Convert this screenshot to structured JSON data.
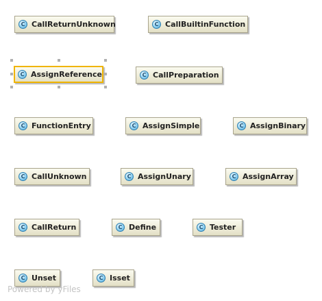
{
  "nodes": [
    {
      "id": "CallReturnUnknown",
      "label": "CallReturnUnknown",
      "icon": "class-icon",
      "icon_letter": "C",
      "selected": false
    },
    {
      "id": "CallBuiltinFunction",
      "label": "CallBuiltinFunction",
      "icon": "class-icon",
      "icon_letter": "C",
      "selected": false
    },
    {
      "id": "AssignReference",
      "label": "AssignReference",
      "icon": "class-icon",
      "icon_letter": "C",
      "selected": true
    },
    {
      "id": "CallPreparation",
      "label": "CallPreparation",
      "icon": "class-icon",
      "icon_letter": "C",
      "selected": false
    },
    {
      "id": "FunctionEntry",
      "label": "FunctionEntry",
      "icon": "class-icon",
      "icon_letter": "C",
      "selected": false
    },
    {
      "id": "AssignSimple",
      "label": "AssignSimple",
      "icon": "class-icon",
      "icon_letter": "C",
      "selected": false
    },
    {
      "id": "AssignBinary",
      "label": "AssignBinary",
      "icon": "class-icon",
      "icon_letter": "C",
      "selected": false
    },
    {
      "id": "CallUnknown",
      "label": "CallUnknown",
      "icon": "class-icon",
      "icon_letter": "C",
      "selected": false
    },
    {
      "id": "AssignUnary",
      "label": "AssignUnary",
      "icon": "class-icon",
      "icon_letter": "C",
      "selected": false
    },
    {
      "id": "AssignArray",
      "label": "AssignArray",
      "icon": "class-icon",
      "icon_letter": "C",
      "selected": false
    },
    {
      "id": "CallReturn",
      "label": "CallReturn",
      "icon": "class-icon",
      "icon_letter": "C",
      "selected": false
    },
    {
      "id": "Define",
      "label": "Define",
      "icon": "class-icon",
      "icon_letter": "C",
      "selected": false
    },
    {
      "id": "Tester",
      "label": "Tester",
      "icon": "class-icon",
      "icon_letter": "C",
      "selected": false
    },
    {
      "id": "Unset",
      "label": "Unset",
      "icon": "class-icon",
      "icon_letter": "C",
      "selected": false
    },
    {
      "id": "Isset",
      "label": "Isset",
      "icon": "class-icon",
      "icon_letter": "C",
      "selected": false
    }
  ],
  "watermark": "Powered by yFiles",
  "colors": {
    "node_fill": "#eeecd8",
    "node_border": "#a9a48c",
    "selection_border": "#f0b400",
    "icon_fill": "#9ed8f4",
    "watermark": "#c4c4c4"
  }
}
